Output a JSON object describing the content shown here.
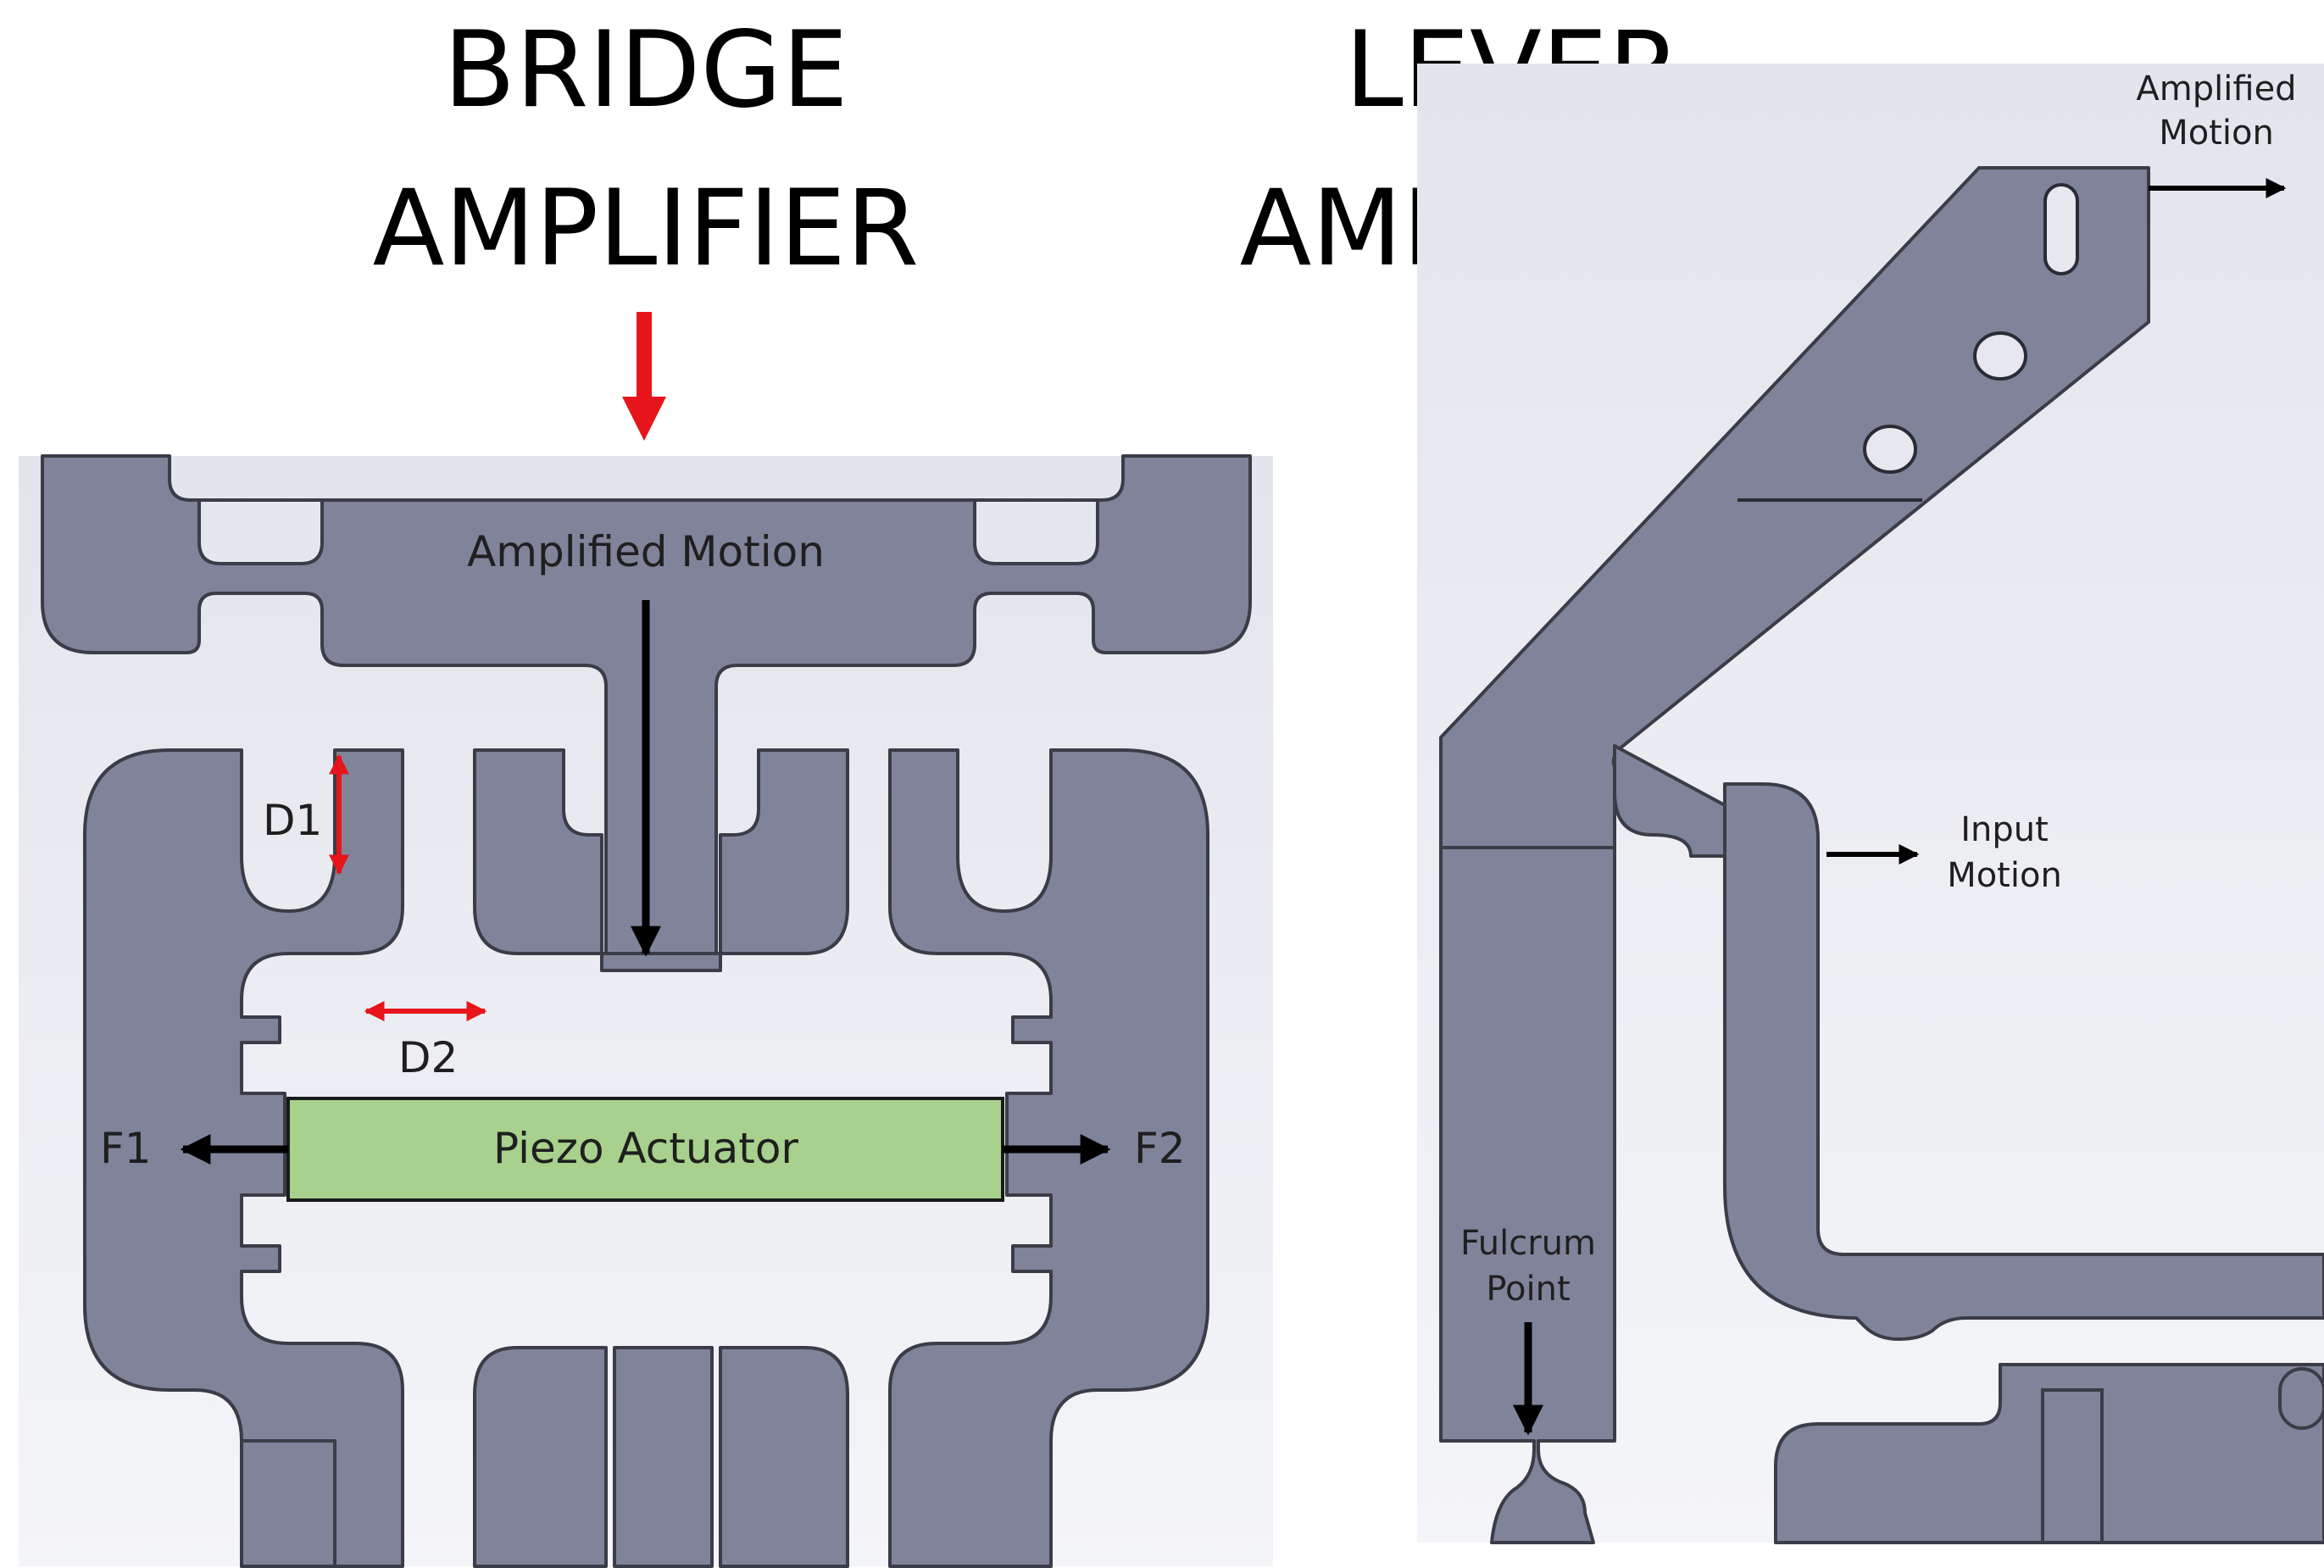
{
  "colors": {
    "metal": "#80849a",
    "metal_edge": "#3a3c47",
    "panel_bg": "#e4e7ee",
    "actuator": "#a8d18d",
    "red_arrow": "#e8141b",
    "black_arrow": "#000000"
  },
  "bridge": {
    "title_line1": "BRIDGE",
    "title_line2": "AMPLIFIER",
    "amplified_motion": "Amplified Motion",
    "d1": "D1",
    "d2": "D2",
    "f1": "F1",
    "f2": "F2",
    "piezo": "Piezo Actuator"
  },
  "lever": {
    "title_line1": "LEVER",
    "title_line2": "AMPLIFIER",
    "amplified_motion_line1": "Amplified",
    "amplified_motion_line2": "Motion",
    "input_motion_line1": "Input",
    "input_motion_line2": "Motion",
    "fulcrum_line1": "Fulcrum",
    "fulcrum_line2": "Point"
  }
}
